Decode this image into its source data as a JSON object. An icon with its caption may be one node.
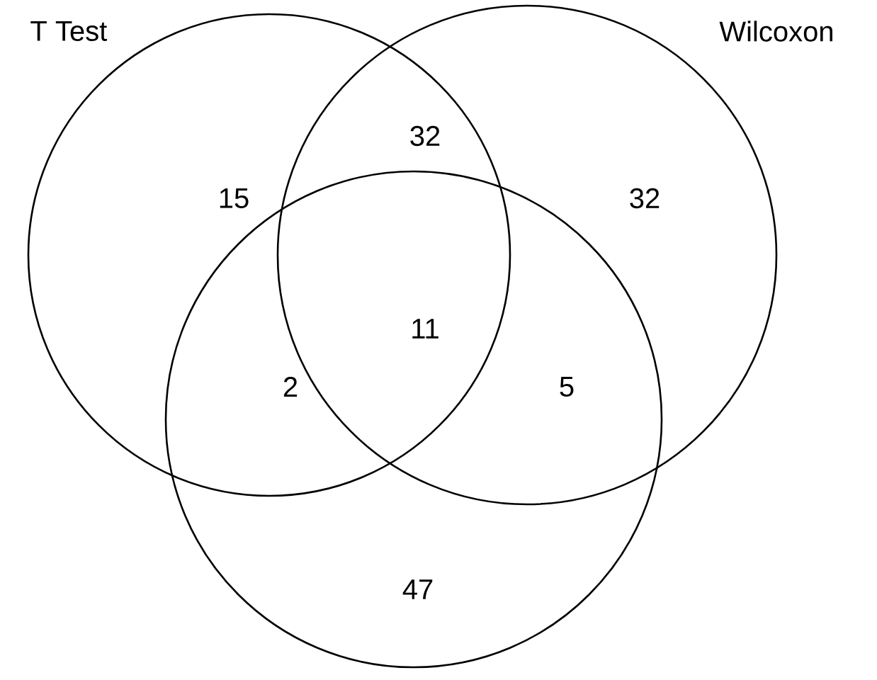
{
  "diagram": {
    "nodes": [
      {
        "text": [
          "T Test"
        ]
      },
      {
        "text": [
          "Wilcoxon"
        ]
      },
      {
        "text": [],
        "shape": "circle"
      }
    ],
    "labels": [
      "32",
      "15",
      "32",
      "11",
      "2",
      "5",
      "47"
    ]
  }
}
